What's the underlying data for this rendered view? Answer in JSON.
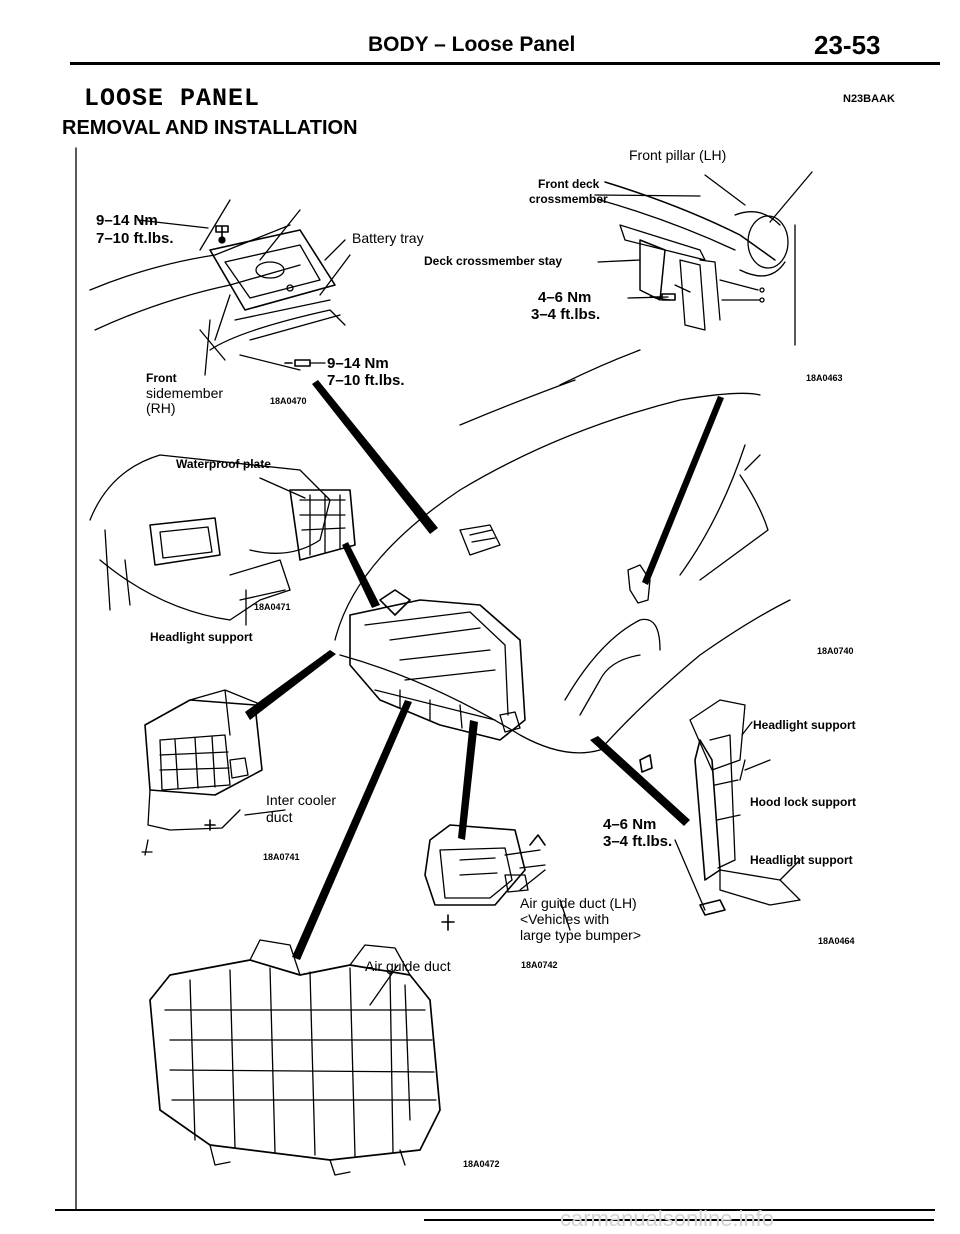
{
  "header": {
    "title": "BODY – Loose Panel",
    "page": "23-53"
  },
  "section": {
    "title": "LOOSE PANEL",
    "code": "N23BAAK",
    "subtitle": "REMOVAL AND INSTALLATION"
  },
  "labels": {
    "front_pillar": "Front pillar (LH)",
    "front_deck_crossmember_1": "Front deck",
    "front_deck_crossmember_2": "crossmember",
    "deck_crossmember_stay": "Deck crossmember stay",
    "torque_4_6_nm": "4–6 Nm",
    "torque_3_4_ftlbs": "3–4 ft.lbs.",
    "torque_9_14_nm": "9–14 Nm",
    "torque_7_10_ftlbs": "7–10 ft.lbs.",
    "battery_tray": "Battery tray",
    "front_sidemember_1": "Front",
    "front_sidemember_2": "sidemember",
    "front_sidemember_3": "(RH)",
    "waterproof_plate": "Waterproof plate",
    "headlight_support": "Headlight support",
    "inter_cooler_duct_1": "Inter cooler",
    "inter_cooler_duct_2": "duct",
    "hood_lock_support": "Hood lock support",
    "air_guide_duct_lh": "Air guide duct (LH)",
    "vehicles_with": "<Vehicles with",
    "large_type_bumper": "large type bumper>",
    "air_guide_duct": "Air guide duct"
  },
  "codes": {
    "c0470": "18A0470",
    "c0463": "18A0463",
    "c0471": "18A0471",
    "c0740": "18A0740",
    "c0741": "18A0741",
    "c0464": "18A0464",
    "c0742": "18A0742",
    "c0472": "18A0472"
  },
  "footer": {
    "watermark": "carmanualsonline.info"
  }
}
